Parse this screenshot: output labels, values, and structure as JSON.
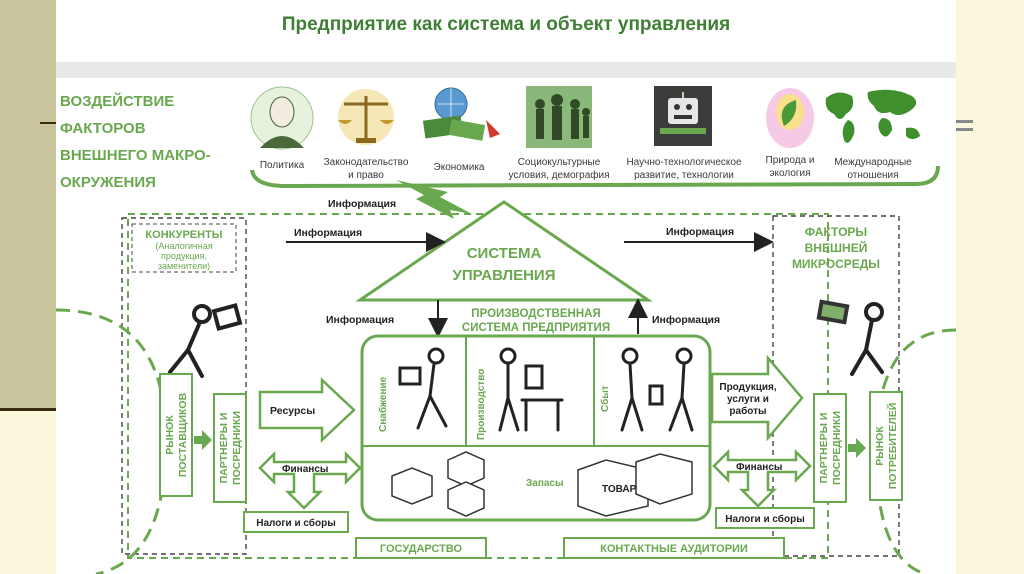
{
  "title": "Предприятие как система и объект управления",
  "macro_title": [
    "ВОЗДЕЙСТВИЕ",
    "ФАКТОРОВ",
    "ВНЕШНЕГО МАКРО-",
    "ОКРУЖЕНИЯ"
  ],
  "macro_factors": [
    {
      "icon": "politician-portrait-icon",
      "label": [
        "Политика"
      ]
    },
    {
      "icon": "scales-of-justice-icon",
      "label": [
        "Законодательство",
        "и право"
      ]
    },
    {
      "icon": "globe-money-icon",
      "label": [
        "Экономика"
      ]
    },
    {
      "icon": "people-silhouettes-icon",
      "label": [
        "Социокультурные",
        "условия, демография"
      ]
    },
    {
      "icon": "robot-icon",
      "label": [
        "Научно-технологическое",
        "развитие, технологии"
      ]
    },
    {
      "icon": "hands-leaf-icon",
      "label": [
        "Природа и",
        "экология"
      ]
    },
    {
      "icon": "world-map-icon",
      "label": [
        "Международные",
        "отношения"
      ]
    }
  ],
  "info_label": "Информация",
  "competitors": [
    "КОНКУРЕНТЫ",
    "(Аналогичная",
    "продукция,",
    "заменители)"
  ],
  "management_system": [
    "СИСТЕМА",
    "УПРАВЛЕНИЯ"
  ],
  "micro_factors": [
    "ФАКТОРЫ",
    "ВНЕШНЕЙ",
    "МИКРОСРЕДЫ"
  ],
  "production_system": [
    "ПРОИЗВОДСТВЕННАЯ",
    "СИСТЕМА ПРЕДПРИЯТИЯ"
  ],
  "departments": [
    "Снабжение",
    "Производство",
    "Сбыт"
  ],
  "stocks": "Запасы",
  "goods": "ТОВАР",
  "suppliers_market": [
    "РЫНОК",
    "ПОСТАВЩИКОВ"
  ],
  "partners": [
    "ПАРТНЕРЫ И",
    "ПОСРЕДНИКИ"
  ],
  "consumers_market": [
    "РЫНОК",
    "ПОТРЕБИТЕЛЕЙ"
  ],
  "resources": "Ресурсы",
  "finances": "Финансы",
  "taxes": "Налоги и сборы",
  "output": [
    "Продукция,",
    "услуги и",
    "работы"
  ],
  "state": "ГОСУДАРСТВО",
  "audiences": "КОНТАКТНЫЕ АУДИТОРИИ",
  "colors": {
    "green": "#6aa84f",
    "dark_green": "#3f7f35",
    "text": "#3a3a3a"
  }
}
